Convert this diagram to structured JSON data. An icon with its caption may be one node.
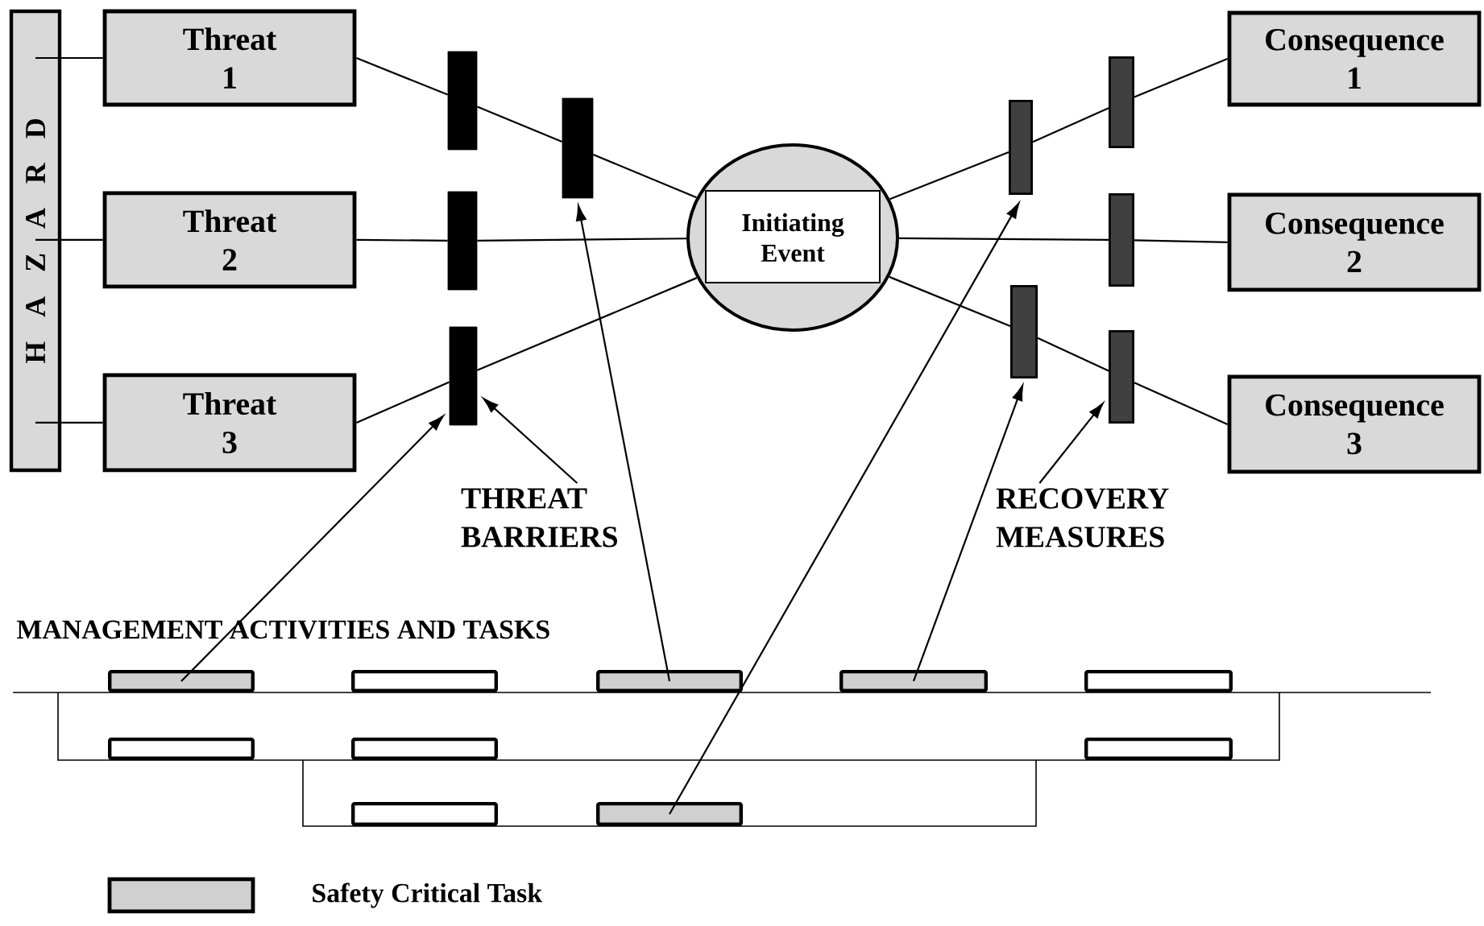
{
  "diagram": {
    "nodes": [
      {
        "text": [
          "H A Z A R D"
        ]
      },
      {
        "text": [
          "Threat 1"
        ]
      },
      {
        "text": [
          "Threat 2"
        ]
      },
      {
        "text": [
          "Threat 3"
        ]
      },
      {
        "text": [
          "Initiating Event"
        ]
      },
      {
        "text": [
          "Consequence 1"
        ]
      },
      {
        "text": [
          "Consequence 2"
        ]
      },
      {
        "text": [
          "Consequence 3"
        ]
      },
      {
        "text": [],
        "shape": "bar"
      },
      {
        "text": [],
        "shape": "bar"
      },
      {
        "text": [],
        "shape": "bar"
      },
      {
        "text": [],
        "shape": "bar"
      },
      {
        "text": [],
        "shape": "bar"
      },
      {
        "text": [],
        "shape": "bar"
      },
      {
        "text": [],
        "shape": "bar"
      },
      {
        "text": [],
        "shape": "bar"
      },
      {
        "text": [],
        "shape": "bar"
      },
      {
        "text": [
          "THREAT BARRIERS"
        ]
      },
      {
        "text": [
          "RECOVERY MEASURES"
        ]
      },
      {
        "text": [],
        "shape": "box"
      },
      {
        "text": [],
        "shape": "box"
      },
      {
        "text": [],
        "shape": "box"
      },
      {
        "text": [],
        "shape": "box"
      },
      {
        "text": [],
        "shape": "box"
      },
      {
        "text": [],
        "shape": "box"
      },
      {
        "text": [],
        "shape": "box"
      },
      {
        "text": [],
        "shape": "box"
      },
      {
        "text": [],
        "shape": "box"
      },
      {
        "text": [],
        "shape": "box"
      }
    ],
    "edges": [
      {
        "from": 0,
        "to": 1,
        "arrow": "none"
      },
      {
        "from": 0,
        "to": 2,
        "arrow": "none"
      },
      {
        "from": 0,
        "to": 3,
        "arrow": "none"
      },
      {
        "from": 1,
        "to": 8,
        "arrow": "none"
      },
      {
        "from": 8,
        "to": 9,
        "arrow": "none"
      },
      {
        "from": 9,
        "to": 4,
        "arrow": "none"
      },
      {
        "from": 2,
        "to": 10,
        "arrow": "none"
      },
      {
        "from": 10,
        "to": 4,
        "arrow": "none"
      },
      {
        "from": 3,
        "to": 11,
        "arrow": "none"
      },
      {
        "from": 11,
        "to": 4,
        "arrow": "none"
      },
      {
        "from": 4,
        "to": 12,
        "arrow": "none"
      },
      {
        "from": 12,
        "to": 13,
        "arrow": "none"
      },
      {
        "from": 13,
        "to": 5,
        "arrow": "none"
      },
      {
        "from": 4,
        "to": 14,
        "arrow": "none"
      },
      {
        "from": 14,
        "to": 6,
        "arrow": "none"
      },
      {
        "from": 4,
        "to": 15,
        "arrow": "none"
      },
      {
        "from": 15,
        "to": 16,
        "arrow": "none"
      },
      {
        "from": 16,
        "to": 7,
        "arrow": "none"
      },
      {
        "from": 17,
        "to": 11,
        "arrow": "to"
      },
      {
        "from": 18,
        "to": 16,
        "arrow": "to"
      },
      {
        "from": 19,
        "to": 11,
        "arrow": "to"
      },
      {
        "from": 21,
        "to": 9,
        "arrow": "to"
      },
      {
        "from": 22,
        "to": 15,
        "arrow": "to"
      },
      {
        "from": 28,
        "to": 12,
        "arrow": "to"
      }
    ],
    "labels": [
      "MANAGEMENT ACTIVITIES AND TASKS"
    ],
    "legend": [
      {
        "text": "Safety Critical Task",
        "color": "#d0d0d0"
      }
    ]
  }
}
